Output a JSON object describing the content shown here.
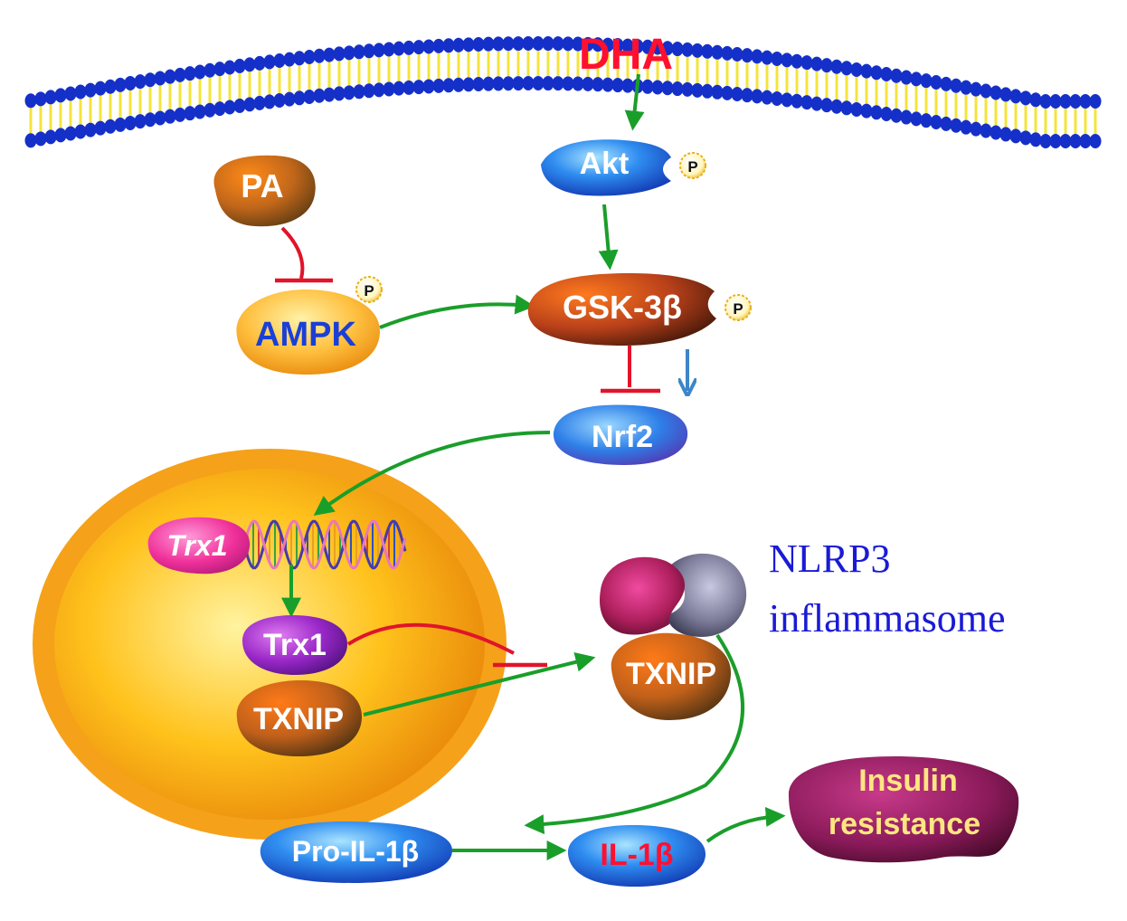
{
  "colors": {
    "activation_arrow": "#1a9e2a",
    "inhibition": "#e0142a",
    "decrease_arrow": "#3d86c8",
    "membrane_head": "#1530c8",
    "membrane_tail": "#f4e43a",
    "nucleus": "#f7a51d",
    "dha_text": "#ff1030",
    "il1b_text": "#ff1030",
    "ampk_text": "#1a3fd6",
    "insulin_text": "#ffe680",
    "nlrp3_text": "#1a1ad6"
  },
  "nodes": {
    "dha": "DHA",
    "akt": "Akt",
    "pa": "PA",
    "ampk": "AMPK",
    "gsk3b": "GSK-3β",
    "nrf2": "Nrf2",
    "trx1_gene": "Trx1",
    "trx1": "Trx1",
    "txnip_nuclear": "TXNIP",
    "txnip_inflammasome": "TXNIP",
    "pro_il1b": "Pro-IL-1β",
    "il1b": "IL-1β",
    "insulin_line1": "Insulin",
    "insulin_line2": "resistance"
  },
  "phospho_badge": "P",
  "nlrp3": {
    "line1": "NLRP3",
    "line2": "inflammasome"
  }
}
